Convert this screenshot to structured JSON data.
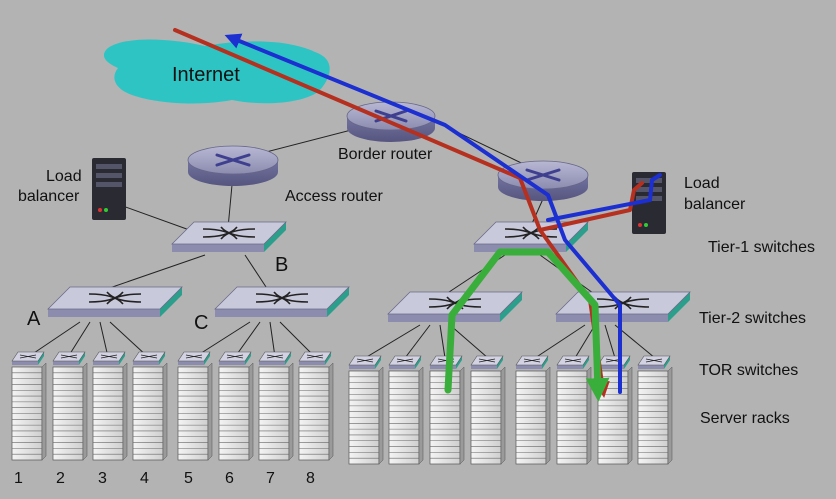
{
  "cloud": {
    "label": "Internet",
    "color": "#2ec4c4"
  },
  "labels": {
    "border_router": "Border router",
    "access_router": "Access router",
    "load_balancer_left": [
      "Load",
      "balancer"
    ],
    "load_balancer_right": [
      "Load",
      "balancer"
    ],
    "tier1": "Tier-1 switches",
    "tier2": "Tier-2 switches",
    "tor": "TOR switches",
    "racks": "Server racks",
    "switch_a": "A",
    "switch_b": "B",
    "switch_c": "C"
  },
  "rack_numbers": [
    "1",
    "2",
    "3",
    "4",
    "5",
    "6",
    "7",
    "8"
  ],
  "colors": {
    "background": "#b3b3b3",
    "switch_top": "#c9c9dc",
    "switch_side": "#2c9e8c",
    "router": "#8888aa",
    "path_red": "#b5301f",
    "path_blue": "#1c2fd0",
    "path_green": "#3aae3a"
  }
}
